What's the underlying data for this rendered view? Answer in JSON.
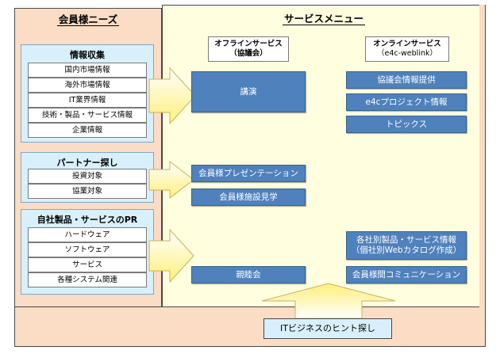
{
  "needs": {
    "title": "会員様ニーズ",
    "groups": [
      {
        "title": "情報収集",
        "items": [
          "国内市場情報",
          "海外市場情報",
          "IT業界情報",
          "技術・製品・サービス情報",
          "企業情報"
        ]
      },
      {
        "title": "パートナー探し",
        "items": [
          "投資対象",
          "協業対象"
        ]
      },
      {
        "title": "自社製品・サービスのPR",
        "items": [
          "ハードウェア",
          "ソフトウェア",
          "サービス",
          "各種システム関連"
        ]
      }
    ]
  },
  "services": {
    "title": "サービスメニュー",
    "offline_header_line1": "オフラインサービス",
    "offline_header_line2": "（協議会）",
    "online_header_line1": "オンラインサービス",
    "online_header_line2": "（e4c-weblink）",
    "offline": [
      "講演",
      "会員様プレゼンテーション",
      "会員様施設見学",
      "親睦会"
    ],
    "online": [
      "協議会情報提供",
      "e4cプロジェクト情報",
      "トピックス",
      "各社別製品・サービス情報",
      "（個社別Webカタログ作成）",
      "会員様間コミュニケーション"
    ]
  },
  "hint": "ITビジネスのヒント探し",
  "colors": {
    "needs_bg": "#fbdcc4",
    "service_bg": "#ffffe0",
    "group_bg": "#d8f0fb",
    "service_box": "#4f81bd",
    "arrow_top": "#ffffff",
    "arrow_bottom": "#ffef7a"
  }
}
